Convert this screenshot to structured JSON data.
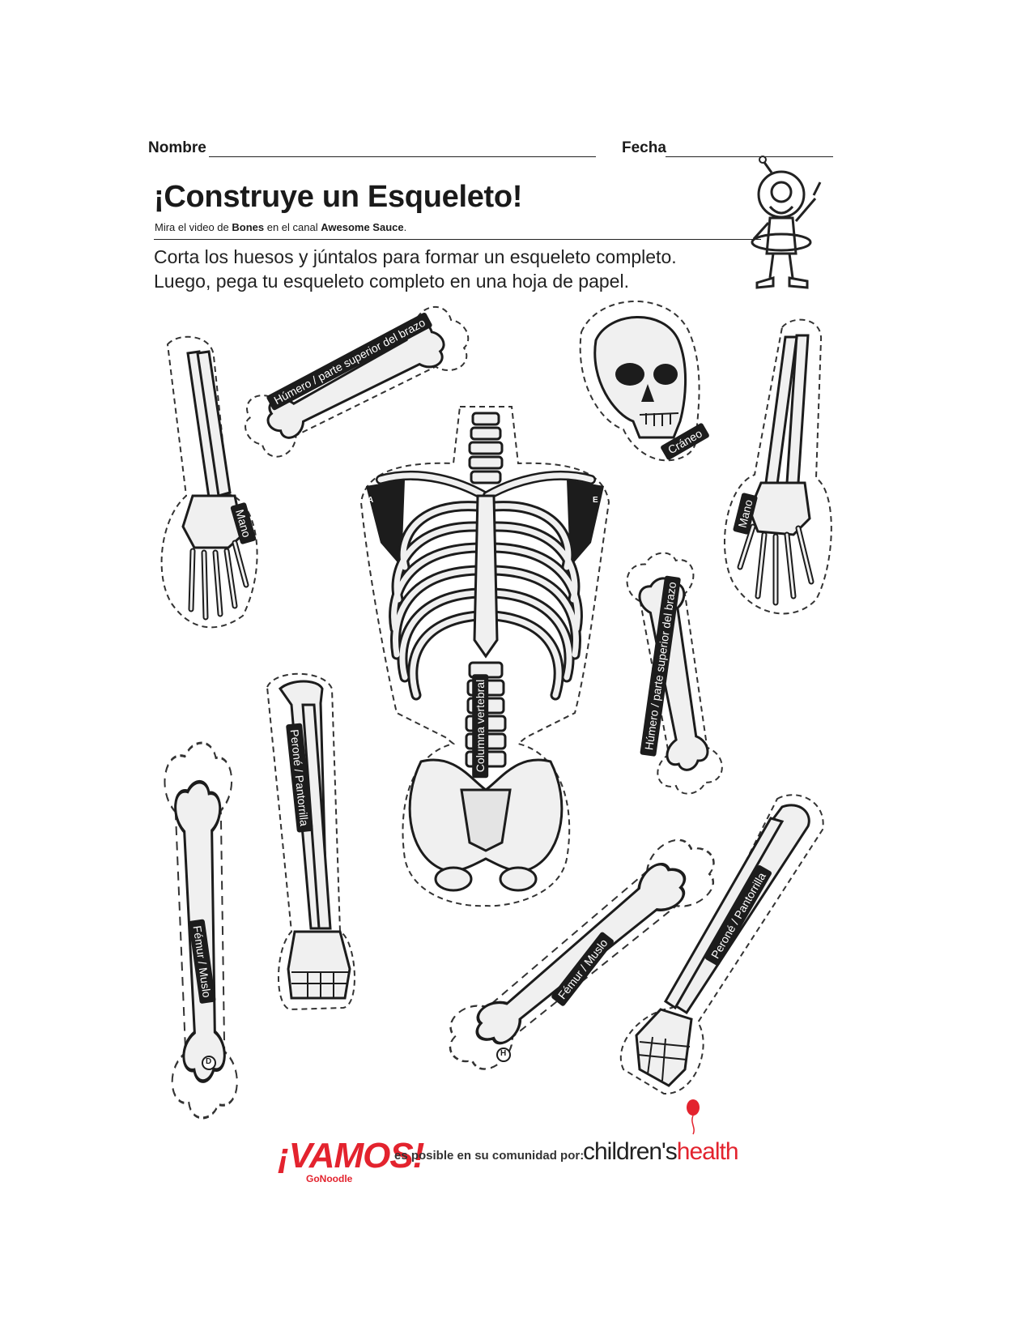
{
  "header": {
    "name_label": "Nombre",
    "date_label": "Fecha"
  },
  "title": "¡Construye un Esqueleto!",
  "subtitle": {
    "prefix": "Mira el video de ",
    "bold1": "Bones",
    "middle": " en el canal ",
    "bold2": "Awesome Sauce",
    "suffix": "."
  },
  "instructions": [
    "Corta los huesos y júntalos para formar un esqueleto completo.",
    "Luego, pega tu esqueleto completo en una hoja de papel."
  ],
  "bone_labels": {
    "humerus_top": "Húmero / parte superior del brazo",
    "skull": "Cráneo",
    "hand_left": "Mano",
    "hand_right": "Mano",
    "spine": "Columna vertebral",
    "humerus_right": "Húmero / parte superior del brazo",
    "fibula_left": "Peroné / Pantorrilla",
    "femur_left": "Fémur / Muslo",
    "femur_right": "Fémur / Muslo",
    "fibula_right": "Peroné / Pantorrilla"
  },
  "joint_letters": {
    "a": "A",
    "e": "E",
    "d": "D",
    "h": "H"
  },
  "footer": {
    "vamos": "¡VAMOS!",
    "gonoodle": "GoNoodle",
    "text": "es posible en su comunidad por:",
    "ch_1": "children's",
    "ch_2": "health"
  },
  "colors": {
    "accent_red": "#e3232e",
    "bone_fill": "#f0f0f0",
    "outline": "#1c1c1c"
  },
  "icons": [
    "mascot-icon",
    "balloon-icon"
  ]
}
